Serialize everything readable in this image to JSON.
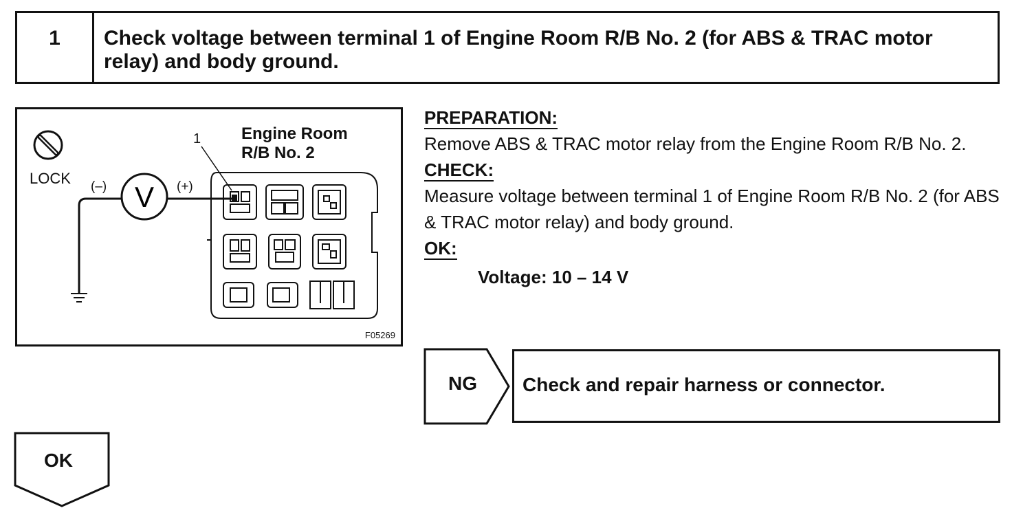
{
  "step": {
    "number": "1",
    "title": "Check voltage between terminal 1 of Engine Room R/B No. 2 (for ABS & TRAC motor relay) and body ground."
  },
  "figure": {
    "lock_label": "LOCK",
    "minus_label": "(–)",
    "plus_label": "(+)",
    "meter_symbol": "V",
    "terminal_label": "1",
    "block_label": "Engine Room R/B No. 2",
    "code": "F05269"
  },
  "instructions": {
    "preparation_heading": "PREPARATION:",
    "preparation_text": "Remove ABS & TRAC motor relay from the Engine Room R/B No. 2.",
    "check_heading": "CHECK:",
    "check_text": "Measure voltage between terminal 1 of Engine Room R/B No. 2 (for ABS & TRAC motor relay) and body ground.",
    "ok_heading": "OK:",
    "ok_spec": "Voltage: 10 – 14 V"
  },
  "ng": {
    "label": "NG",
    "action": "Check and repair harness or connector."
  },
  "ok": {
    "label": "OK"
  }
}
